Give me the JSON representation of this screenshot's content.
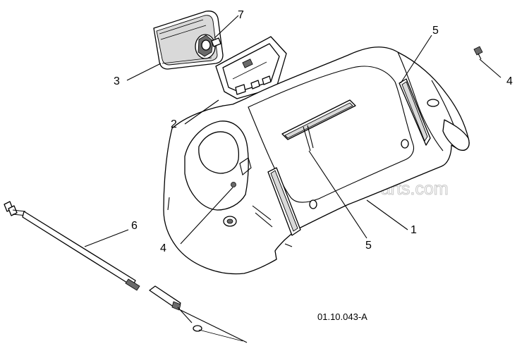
{
  "diagram": {
    "figure_code": "01.10.043-A",
    "watermark": "eReplacementParts.com",
    "callouts": {
      "hood": "1",
      "headlight_housing": "2",
      "headlight": "3",
      "screw_right": "4",
      "screw_left": "4",
      "slot_top": "5",
      "slot_bottom": "5",
      "cable": "6",
      "bulb_socket": "7"
    },
    "line_color": "#000000",
    "background": "#ffffff"
  }
}
